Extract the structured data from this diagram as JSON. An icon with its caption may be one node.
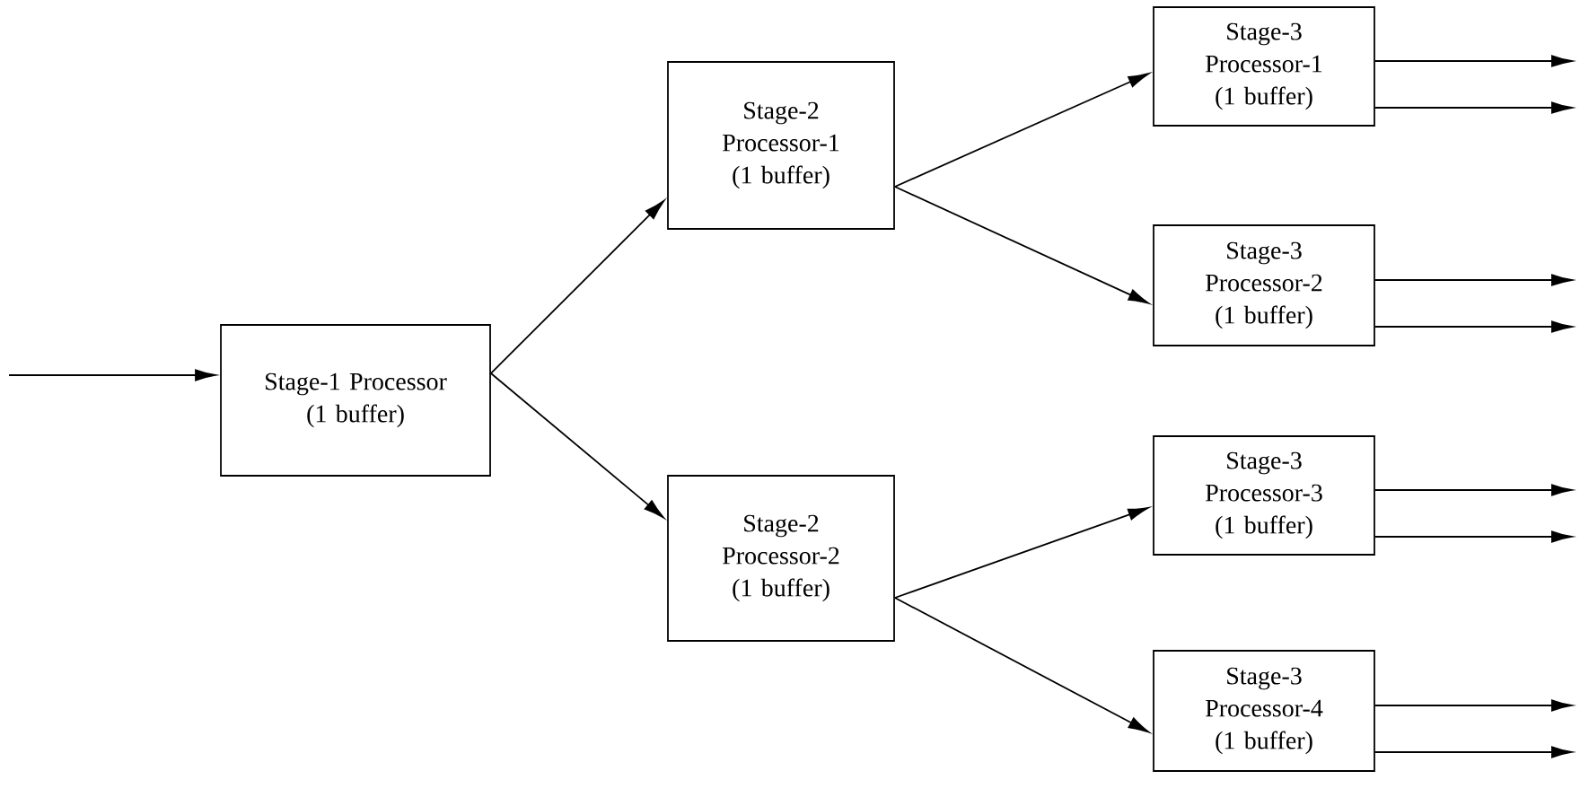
{
  "diagram": {
    "nodes": [
      {
        "text": [
          "Stage-1 Processor (1 buffer)"
        ]
      },
      {
        "text": [
          "Stage-2 Processor-1 (1 buffer)"
        ]
      },
      {
        "text": [
          "Stage-2 Processor-2 (1 buffer)"
        ]
      },
      {
        "text": [
          "Stage-3 Processor-1 (1 buffer)"
        ]
      },
      {
        "text": [
          "Stage-3 Processor-2 (1 buffer)"
        ]
      },
      {
        "text": [
          "Stage-3 Processor-3 (1 buffer)"
        ]
      },
      {
        "text": [
          "Stage-3 Processor-4 (1 buffer)"
        ]
      }
    ],
    "edges": [
      {
        "from": null,
        "to": 0,
        "arrow": "to"
      },
      {
        "from": 0,
        "to": 1,
        "arrow": "to"
      },
      {
        "from": 0,
        "to": 2,
        "arrow": "to"
      },
      {
        "from": 1,
        "to": 3,
        "arrow": "to"
      },
      {
        "from": 1,
        "to": 4,
        "arrow": "to"
      },
      {
        "from": 2,
        "to": 5,
        "arrow": "to"
      },
      {
        "from": 2,
        "to": 6,
        "arrow": "to"
      },
      {
        "from": 3,
        "to": null,
        "arrow": "to"
      },
      {
        "from": 3,
        "to": null,
        "arrow": "to"
      },
      {
        "from": 4,
        "to": null,
        "arrow": "to"
      },
      {
        "from": 4,
        "to": null,
        "arrow": "to"
      },
      {
        "from": 5,
        "to": null,
        "arrow": "to"
      },
      {
        "from": 5,
        "to": null,
        "arrow": "to"
      },
      {
        "from": 6,
        "to": null,
        "arrow": "to"
      },
      {
        "from": 6,
        "to": null,
        "arrow": "to"
      }
    ]
  }
}
